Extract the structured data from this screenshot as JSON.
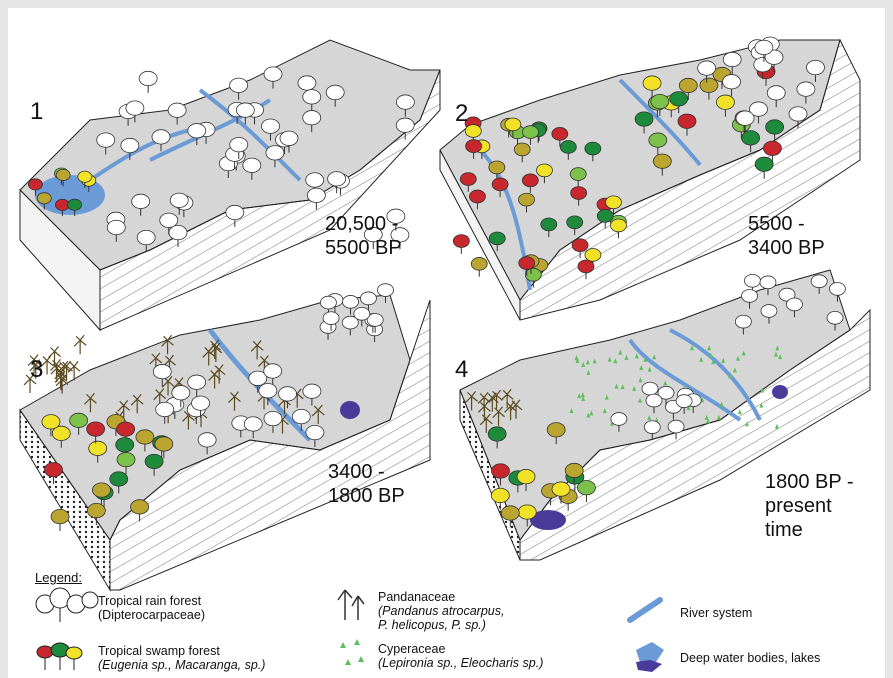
{
  "stages": [
    {
      "number": "1",
      "period": "20,500 -\n5500 BP"
    },
    {
      "number": "2",
      "period": "5500 -\n3400 BP"
    },
    {
      "number": "3",
      "period": "3400 -\n1800 BP"
    },
    {
      "number": "4",
      "period": "1800 BP -\npresent\ntime"
    }
  ],
  "legend": {
    "title": "Legend:",
    "items": [
      {
        "name": "Tropical rain forest",
        "detail_pre": "(Dipterocarpaceae)",
        "detail_rest": ""
      },
      {
        "name": "Tropical swamp forest",
        "detail_pre": "(Eugenia sp., Macaranga, sp.)",
        "detail_rest": ""
      },
      {
        "name": "Pandanaceae",
        "detail_pre": "(Pandanus atrocarpus,",
        "detail_rest": "P. helicopus, P. sp.)"
      },
      {
        "name": "Cyperaceae",
        "detail_pre": "(Lepironia sp., Eleocharis sp.)",
        "detail_rest": ""
      },
      {
        "name": "River system",
        "detail_pre": "",
        "detail_rest": ""
      },
      {
        "name": "Deep water bodies, lakes",
        "detail_pre": "",
        "detail_rest": ""
      }
    ]
  },
  "colors": {
    "terrain_top": "#d6d6d6",
    "river": "#6b9bd6",
    "lake": "#4a3b9a",
    "swamp_yellow": "#f2e227",
    "swamp_green": "#1d8a3c",
    "swamp_red": "#c8272e",
    "swamp_olive": "#b9a530",
    "sedge": "#5fbf5a"
  }
}
